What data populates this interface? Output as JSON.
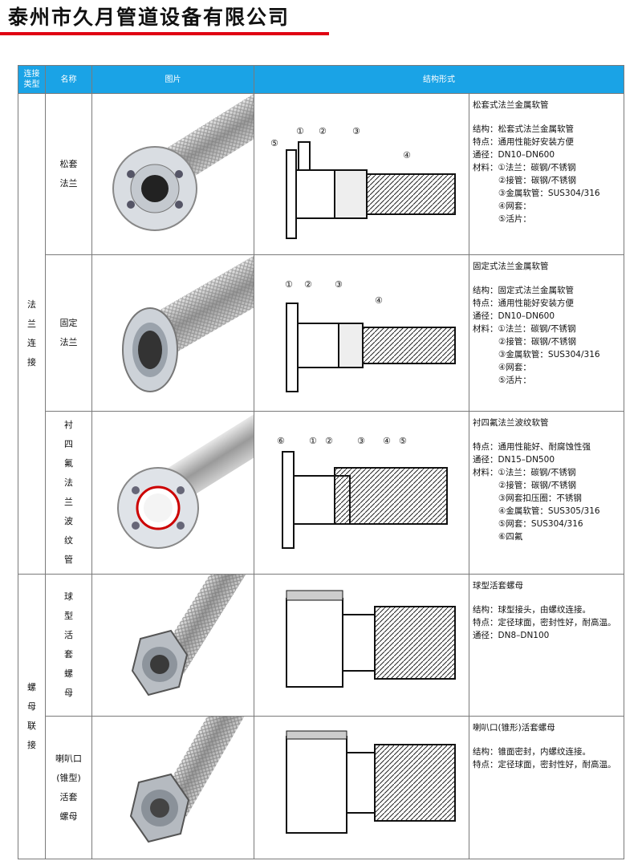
{
  "company_name": "泰州市久月管道设备有限公司",
  "header": {
    "conn_type": "连接类型",
    "name": "名称",
    "picture": "图片",
    "structure": "结构形式"
  },
  "groups": [
    {
      "label": "法兰连接"
    },
    {
      "label": "螺母联接"
    }
  ],
  "rows": [
    {
      "name_lines": [
        "松套",
        "法兰"
      ],
      "callouts": [
        "①",
        "②",
        "③",
        "④",
        "⑤"
      ],
      "title": "松套式法兰金属软管",
      "lines": [
        "结构：松套式法兰金属软管",
        "特点：通用性能好安装方便",
        "通径：DN10–DN600",
        "材料：①法兰：碳钢/不锈钢"
      ],
      "sub_lines": [
        "②接管：碳钢/不锈钢",
        "③金属软管：SUS304/316",
        "④网套：",
        "⑤活片："
      ]
    },
    {
      "name_lines": [
        "固定",
        "法兰"
      ],
      "callouts": [
        "①",
        "②",
        "③",
        "④"
      ],
      "title": "固定式法兰金属软管",
      "lines": [
        "结构：固定式法兰金属软管",
        "特点：通用性能好安装方便",
        "通径：DN10–DN600",
        "材料：①法兰：碳钢/不锈钢"
      ],
      "sub_lines": [
        "②接管：碳钢/不锈钢",
        "③金属软管：SUS304/316",
        "④网套：",
        "⑤活片："
      ]
    },
    {
      "name_lines": [
        "衬",
        "四",
        "氟",
        "法",
        "兰",
        "波",
        "纹",
        "管"
      ],
      "callouts": [
        "⑥",
        "①",
        "②",
        "③",
        "④",
        "⑤"
      ],
      "title": "衬四氟法兰波纹软管",
      "lines": [
        "特点：通用性能好、耐腐蚀性强",
        "通径：DN15–DN500",
        "材料：①法兰：碳钢/不锈钢"
      ],
      "sub_lines": [
        "②接管：碳钢/不锈钢",
        "③网套扣压圈：不锈钢",
        "④金属软管：SUS305/316",
        "⑤网套：SUS304/316",
        "⑥四氟"
      ]
    },
    {
      "name_lines": [
        "球",
        "型",
        "活",
        "套",
        "螺",
        "母"
      ],
      "title": "球型活套螺母",
      "lines": [
        "结构：球型接头，由螺纹连接。",
        "特点：定径球面，密封性好，耐高温。",
        "通径：DN8–DN100"
      ],
      "sub_lines": []
    },
    {
      "name_lines": [
        "喇叭口",
        "(锥型)",
        "活套",
        "螺母"
      ],
      "title": "喇叭口(锥形)活套螺母",
      "lines": [
        "结构：锥面密封，内螺纹连接。",
        "特点：定径球面，密封性好，耐高温。"
      ],
      "sub_lines": []
    }
  ],
  "colors": {
    "header_bg": "#1aa3e6",
    "accent_red": "#e00012",
    "border": "#7a7a7a"
  }
}
